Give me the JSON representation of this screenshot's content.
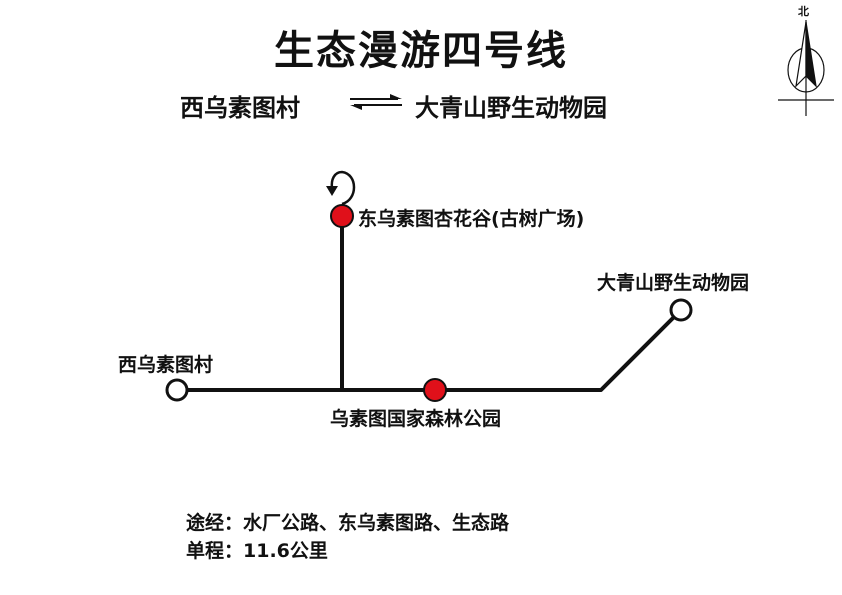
{
  "title": "生态漫游四号线",
  "route": {
    "from": "西乌素图村",
    "to": "大青山野生动物园"
  },
  "compass": {
    "north_label": "北",
    "icon": "north-arrow-icon"
  },
  "stops": {
    "west_terminus": "西乌素图村",
    "forest_park": "乌素图国家森林公园",
    "east_branch": "东乌素图杏花谷(古树广场)",
    "qingshan_terminus": "大青山野生动物园"
  },
  "colors": {
    "line": "#111111",
    "key_stop": "#e0101a",
    "terminus": "#ffffff"
  },
  "info": {
    "via": "途经：水厂公路、东乌素图路、生态路",
    "distance": "单程：11.6公里"
  }
}
